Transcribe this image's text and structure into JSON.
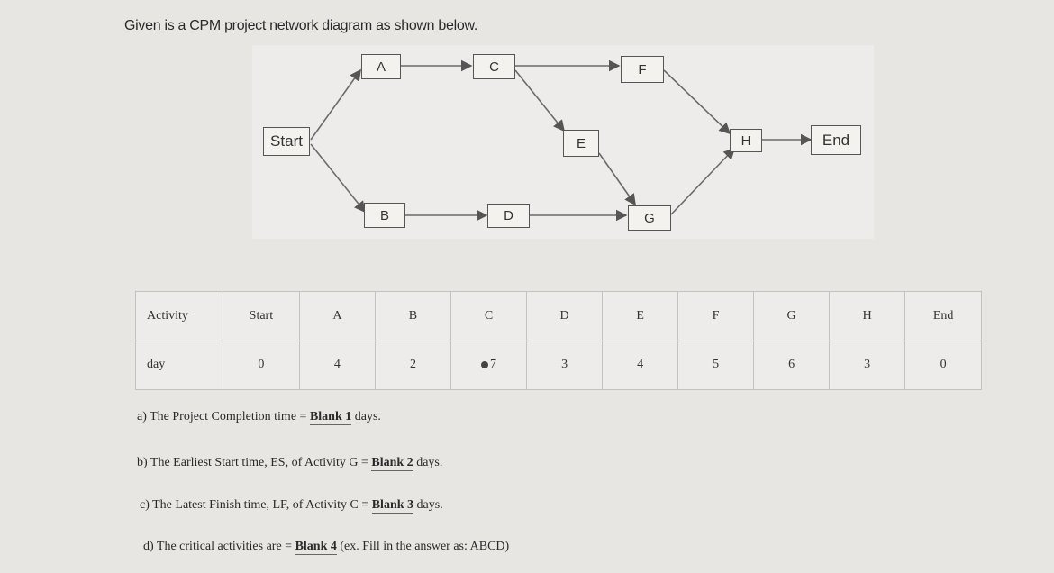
{
  "title": "Given is a CPM project network diagram as shown below.",
  "nodes": {
    "start": "Start",
    "a": "A",
    "b": "B",
    "c": "C",
    "d": "D",
    "e": "E",
    "f": "F",
    "g": "G",
    "h": "H",
    "end": "End"
  },
  "table": {
    "row1": [
      "Activity",
      "Start",
      "A",
      "B",
      "C",
      "D",
      "E",
      "F",
      "G",
      "H",
      "End"
    ],
    "row2": [
      "day",
      "0",
      "4",
      "2",
      "7",
      "3",
      "4",
      "5",
      "6",
      "3",
      "0"
    ]
  },
  "questions": {
    "a_pre": "a) The Project Completion time = ",
    "a_blank": "Blank 1",
    "a_post": " days.",
    "b_pre": "b) The Earliest Start time, ES, of Activity G = ",
    "b_blank": "Blank 2",
    "b_post": " days.",
    "c_pre": "c) The Latest Finish time, LF, of Activity C = ",
    "c_blank": "Blank 3",
    "c_post": " days.",
    "d_pre": "d) The critical activities are = ",
    "d_blank": "Blank 4",
    "d_post": " (ex. Fill in the answer as: ABCD)"
  }
}
